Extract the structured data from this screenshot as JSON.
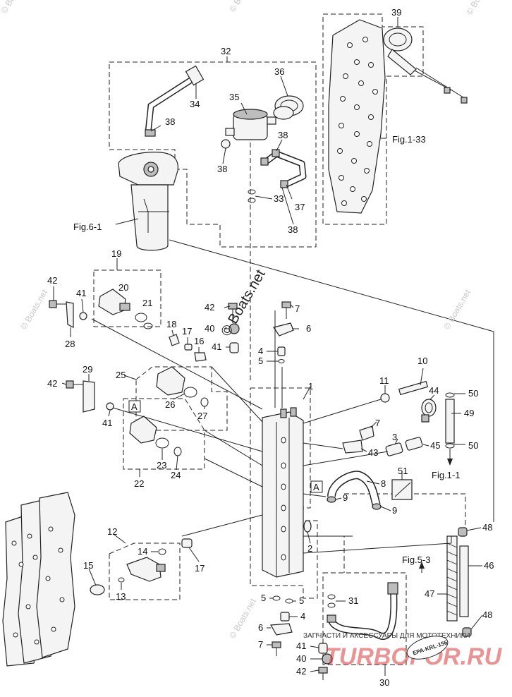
{
  "diagram": {
    "callouts": [
      {
        "id": "c39",
        "text": "39"
      },
      {
        "id": "c32",
        "text": "32"
      },
      {
        "id": "c36",
        "text": "36"
      },
      {
        "id": "c34",
        "text": "34"
      },
      {
        "id": "c35",
        "text": "35"
      },
      {
        "id": "c38a",
        "text": "38"
      },
      {
        "id": "c38b",
        "text": "38"
      },
      {
        "id": "c38c",
        "text": "38"
      },
      {
        "id": "c38d",
        "text": "38"
      },
      {
        "id": "c33",
        "text": "33"
      },
      {
        "id": "c37",
        "text": "37"
      },
      {
        "id": "c19",
        "text": "19"
      },
      {
        "id": "c42a",
        "text": "42"
      },
      {
        "id": "c41a",
        "text": "41"
      },
      {
        "id": "c20",
        "text": "20"
      },
      {
        "id": "c21",
        "text": "21"
      },
      {
        "id": "c28",
        "text": "28"
      },
      {
        "id": "c42b",
        "text": "42"
      },
      {
        "id": "c40a",
        "text": "40"
      },
      {
        "id": "c7a",
        "text": "7"
      },
      {
        "id": "c6a",
        "text": "6"
      },
      {
        "id": "c18",
        "text": "18"
      },
      {
        "id": "c17a",
        "text": "17"
      },
      {
        "id": "c16",
        "text": "16"
      },
      {
        "id": "c41b",
        "text": "41"
      },
      {
        "id": "c4a",
        "text": "4"
      },
      {
        "id": "c5a",
        "text": "5"
      },
      {
        "id": "c10",
        "text": "10"
      },
      {
        "id": "c25",
        "text": "25"
      },
      {
        "id": "c29",
        "text": "29"
      },
      {
        "id": "c42c",
        "text": "42"
      },
      {
        "id": "c1",
        "text": "1"
      },
      {
        "id": "c11",
        "text": "11"
      },
      {
        "id": "c44",
        "text": "44"
      },
      {
        "id": "c50a",
        "text": "50"
      },
      {
        "id": "c26",
        "text": "26"
      },
      {
        "id": "c41c",
        "text": "41"
      },
      {
        "id": "c27",
        "text": "27"
      },
      {
        "id": "c49",
        "text": "49"
      },
      {
        "id": "c7b",
        "text": "7"
      },
      {
        "id": "c3",
        "text": "3"
      },
      {
        "id": "c45",
        "text": "45"
      },
      {
        "id": "c50b",
        "text": "50"
      },
      {
        "id": "c43",
        "text": "43"
      },
      {
        "id": "c23",
        "text": "23"
      },
      {
        "id": "c24",
        "text": "24"
      },
      {
        "id": "c51",
        "text": "51"
      },
      {
        "id": "c8",
        "text": "8"
      },
      {
        "id": "c9a",
        "text": "9"
      },
      {
        "id": "c9b",
        "text": "9"
      },
      {
        "id": "c22",
        "text": "22"
      },
      {
        "id": "c12",
        "text": "12"
      },
      {
        "id": "c14",
        "text": "14"
      },
      {
        "id": "c2",
        "text": "2"
      },
      {
        "id": "c48a",
        "text": "48"
      },
      {
        "id": "c15",
        "text": "15"
      },
      {
        "id": "c17b",
        "text": "17"
      },
      {
        "id": "c13",
        "text": "13"
      },
      {
        "id": "c47",
        "text": "47"
      },
      {
        "id": "c46",
        "text": "46"
      },
      {
        "id": "c5b",
        "text": "5"
      },
      {
        "id": "c5c",
        "text": "5"
      },
      {
        "id": "c31",
        "text": "31"
      },
      {
        "id": "c4b",
        "text": "4"
      },
      {
        "id": "c6b",
        "text": "6"
      },
      {
        "id": "c7c",
        "text": "7"
      },
      {
        "id": "c41d",
        "text": "41"
      },
      {
        "id": "c40b",
        "text": "40"
      },
      {
        "id": "c42d",
        "text": "42"
      },
      {
        "id": "c48b",
        "text": "48"
      },
      {
        "id": "c30",
        "text": "30"
      }
    ],
    "references": {
      "fig_1_33": "Fig.1-33",
      "fig_6_1": "Fig.6-1",
      "fig_1_1": "Fig.1-1",
      "fig_5_3": "Fig.5-3",
      "box_a_1": "A",
      "box_a_2": "A"
    },
    "watermarks": {
      "boats_1": "© Boats.net",
      "boats_2": "© Boats.net",
      "boats_3": "© Boats.net",
      "boats_4": "© Boats.net",
      "boats_5": "© Boats.net",
      "boats_6": "© Boats.net",
      "boats_center": "© Boats.net",
      "tagline": "ЗАПЧАСТИ И АКСЕССУАРЫ ДЛЯ МОТОТЕХНИКИ",
      "brand": "TURBOFOR.RU",
      "stamp": "EPA-KRL-156"
    },
    "colors": {
      "line": "#222222",
      "watermark": "#c8c8c8",
      "brand_red": "#d83a3a"
    }
  }
}
